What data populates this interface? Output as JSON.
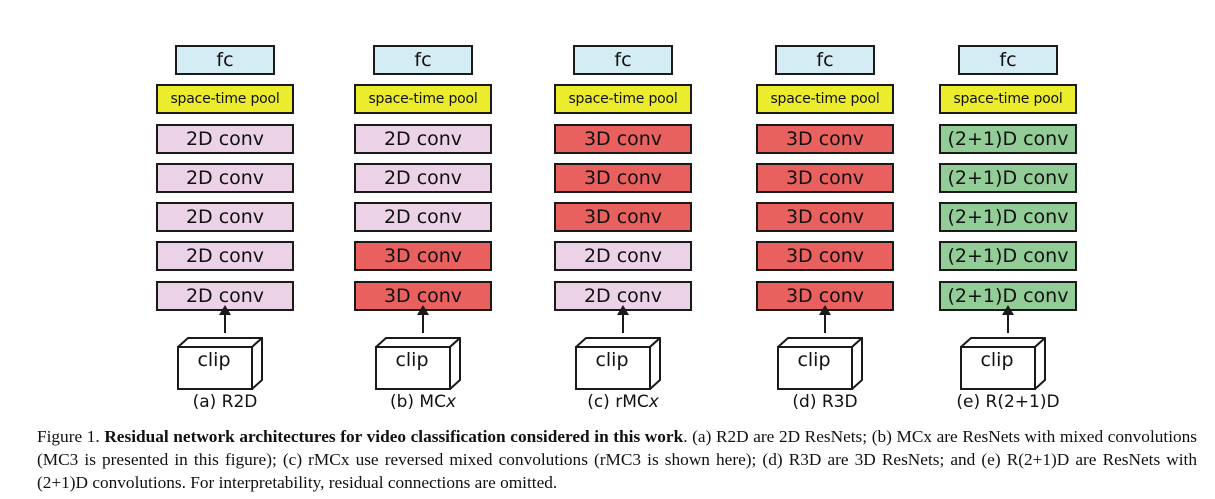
{
  "figure": {
    "columns": [
      {
        "fc": "fc",
        "pool": "space-time pool",
        "layers": [
          {
            "label": "2D conv",
            "kind": "2d"
          },
          {
            "label": "2D conv",
            "kind": "2d"
          },
          {
            "label": "2D conv",
            "kind": "2d"
          },
          {
            "label": "2D conv",
            "kind": "2d"
          },
          {
            "label": "2D conv",
            "kind": "2d"
          }
        ],
        "input": "clip",
        "caption": "(a) R2D",
        "caption_italic": ""
      },
      {
        "fc": "fc",
        "pool": "space-time pool",
        "layers": [
          {
            "label": "2D conv",
            "kind": "2d"
          },
          {
            "label": "2D conv",
            "kind": "2d"
          },
          {
            "label": "2D conv",
            "kind": "2d"
          },
          {
            "label": "3D conv",
            "kind": "3d"
          },
          {
            "label": "3D conv",
            "kind": "3d"
          }
        ],
        "input": "clip",
        "caption": "(b) MC",
        "caption_italic": "x"
      },
      {
        "fc": "fc",
        "pool": "space-time pool",
        "layers": [
          {
            "label": "3D conv",
            "kind": "3d"
          },
          {
            "label": "3D conv",
            "kind": "3d"
          },
          {
            "label": "3D conv",
            "kind": "3d"
          },
          {
            "label": "2D conv",
            "kind": "2d"
          },
          {
            "label": "2D conv",
            "kind": "2d"
          }
        ],
        "input": "clip",
        "caption": "(c) rMC",
        "caption_italic": "x"
      },
      {
        "fc": "fc",
        "pool": "space-time pool",
        "layers": [
          {
            "label": "3D conv",
            "kind": "3d"
          },
          {
            "label": "3D conv",
            "kind": "3d"
          },
          {
            "label": "3D conv",
            "kind": "3d"
          },
          {
            "label": "3D conv",
            "kind": "3d"
          },
          {
            "label": "3D conv",
            "kind": "3d"
          }
        ],
        "input": "clip",
        "caption": "(d) R3D",
        "caption_italic": ""
      },
      {
        "fc": "fc",
        "pool": "space-time pool",
        "layers": [
          {
            "label": "(2+1)D conv",
            "kind": "21d"
          },
          {
            "label": "(2+1)D conv",
            "kind": "21d"
          },
          {
            "label": "(2+1)D conv",
            "kind": "21d"
          },
          {
            "label": "(2+1)D conv",
            "kind": "21d"
          },
          {
            "label": "(2+1)D conv",
            "kind": "21d"
          }
        ],
        "input": "clip",
        "caption": "(e) R(2+1)D",
        "caption_italic": ""
      }
    ],
    "colors": {
      "fc": "#d4ecf4",
      "pool": "#ecec2e",
      "conv_2d": "#ecd2e6",
      "conv_3d": "#e8615f",
      "conv_21d": "#92cc97"
    }
  },
  "caption": {
    "label": "Figure 1.",
    "title": "Residual network architectures for video classification considered in this work",
    "body": ".  (a) R2D are 2D ResNets; (b) MCx are ResNets with mixed convolutions (MC3 is presented in this figure); (c) rMCx use reversed mixed convolutions (rMC3 is shown here); (d) R3D are 3D ResNets; and (e) R(2+1)D are ResNets with (2+1)D convolutions. For interpretability, residual connections are omitted."
  }
}
